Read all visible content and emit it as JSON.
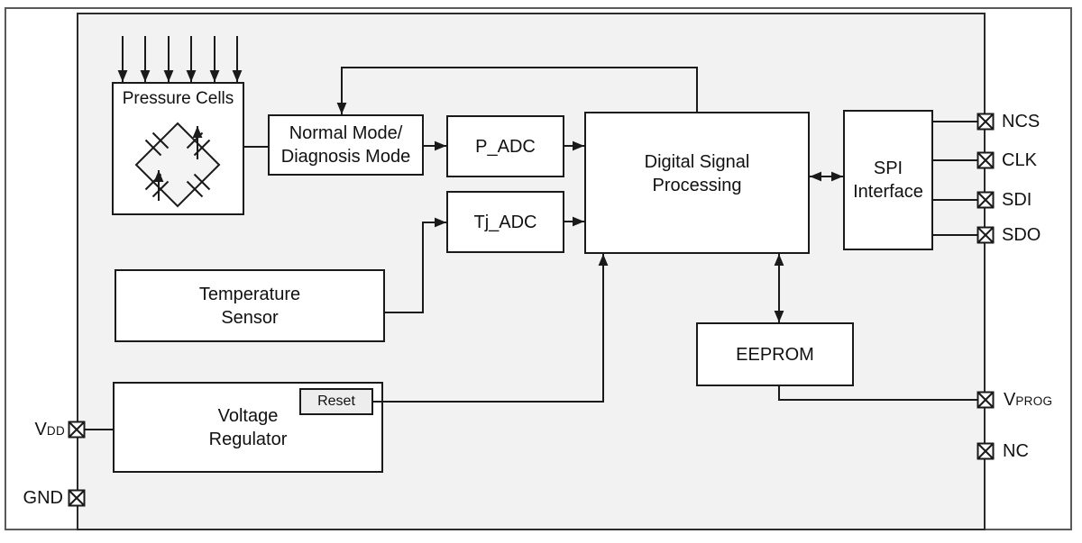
{
  "diagram": {
    "title_hint": "Pressure sensor IC block diagram",
    "blocks": {
      "pressure_cells": {
        "label": "Pressure Cells"
      },
      "normal_mode": {
        "line1": "Normal Mode/",
        "line2": "Diagnosis Mode"
      },
      "p_adc": {
        "label": "P_ADC"
      },
      "tj_adc": {
        "label": "Tj_ADC"
      },
      "dsp": {
        "line1": "Digital Signal",
        "line2": "Processing"
      },
      "spi": {
        "line1": "SPI",
        "line2": "Interface"
      },
      "temp_sensor": {
        "line1": "Temperature",
        "line2": "Sensor"
      },
      "voltage_regulator": {
        "line1": "Voltage",
        "line2": "Regulator"
      },
      "reset": {
        "label": "Reset"
      },
      "eeprom": {
        "label": "EEPROM"
      }
    },
    "pins": {
      "ncs": {
        "label": "NCS"
      },
      "clk": {
        "label": "CLK"
      },
      "sdi": {
        "label": "SDI"
      },
      "sdo": {
        "label": "SDO"
      },
      "vprog": {
        "base": "V",
        "sub": "PROG"
      },
      "nc": {
        "label": "NC"
      },
      "vdd": {
        "base": "V",
        "sub": "DD"
      },
      "gnd": {
        "label": "GND"
      }
    },
    "colors": {
      "chip_background": "#f2f2f2",
      "box_background": "#ffffff",
      "reset_background": "#ededed",
      "line": "#1a1a1a",
      "outer_border": "#5a5a5a"
    }
  }
}
